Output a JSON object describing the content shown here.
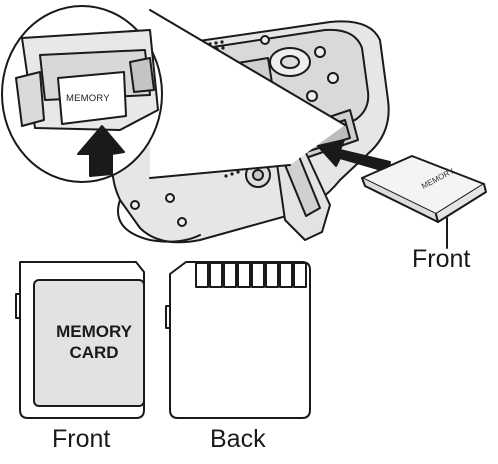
{
  "labels": {
    "front_right": "Front",
    "front_bottom": "Front",
    "back_bottom": "Back"
  },
  "card_front": {
    "line1": "MEMORY",
    "line2": "CARD"
  },
  "zoom_card_text": "MEMORY",
  "inserted_card_text": "MEMORY"
}
